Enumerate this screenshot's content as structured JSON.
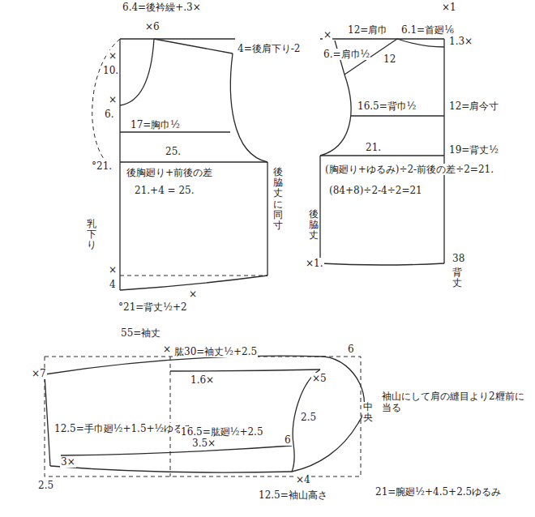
{
  "diagram": {
    "labels": [
      "6.4=後衿繰+.3×",
      "×6",
      "4=後肩下り-2",
      "×",
      "10.",
      "×",
      "6.",
      "17=胸巾½",
      "25.",
      "°21.",
      "後胸廻り+前後の差",
      "21.+4 = 25.",
      "後脇丈に同寸",
      "乳下り",
      "×",
      "4",
      "×1",
      "12=肩巾",
      "6.1=首廻⅙",
      "1.3×",
      "×",
      "6.=肩巾½",
      "12",
      "16.5=背巾½",
      "12=肩今寸",
      "21.",
      "19=背丈½",
      "(胸廻り+ゆるみ)÷2-前後の差÷2=21.",
      "(84+8)÷2-4÷2=21",
      "後脇丈",
      "×1.",
      "38",
      "背丈",
      "°21=背丈½+2",
      "×",
      "55=袖丈",
      "肱30=袖丈½+2.5",
      "×",
      "6",
      "×7",
      "1.6×",
      "×5",
      "12.5=手巾廻½+1.5+½ゆるみ",
      "16.5=肱廻½+2.5",
      "2.5",
      "3×",
      "3.5×",
      "6",
      "×4",
      "2.5",
      "12.5=袖山高さ",
      "21=腕廻½+4.5+2.5ゆるみ",
      "袖山にして肩の縫目より2糎前に当る",
      "中央"
    ]
  }
}
